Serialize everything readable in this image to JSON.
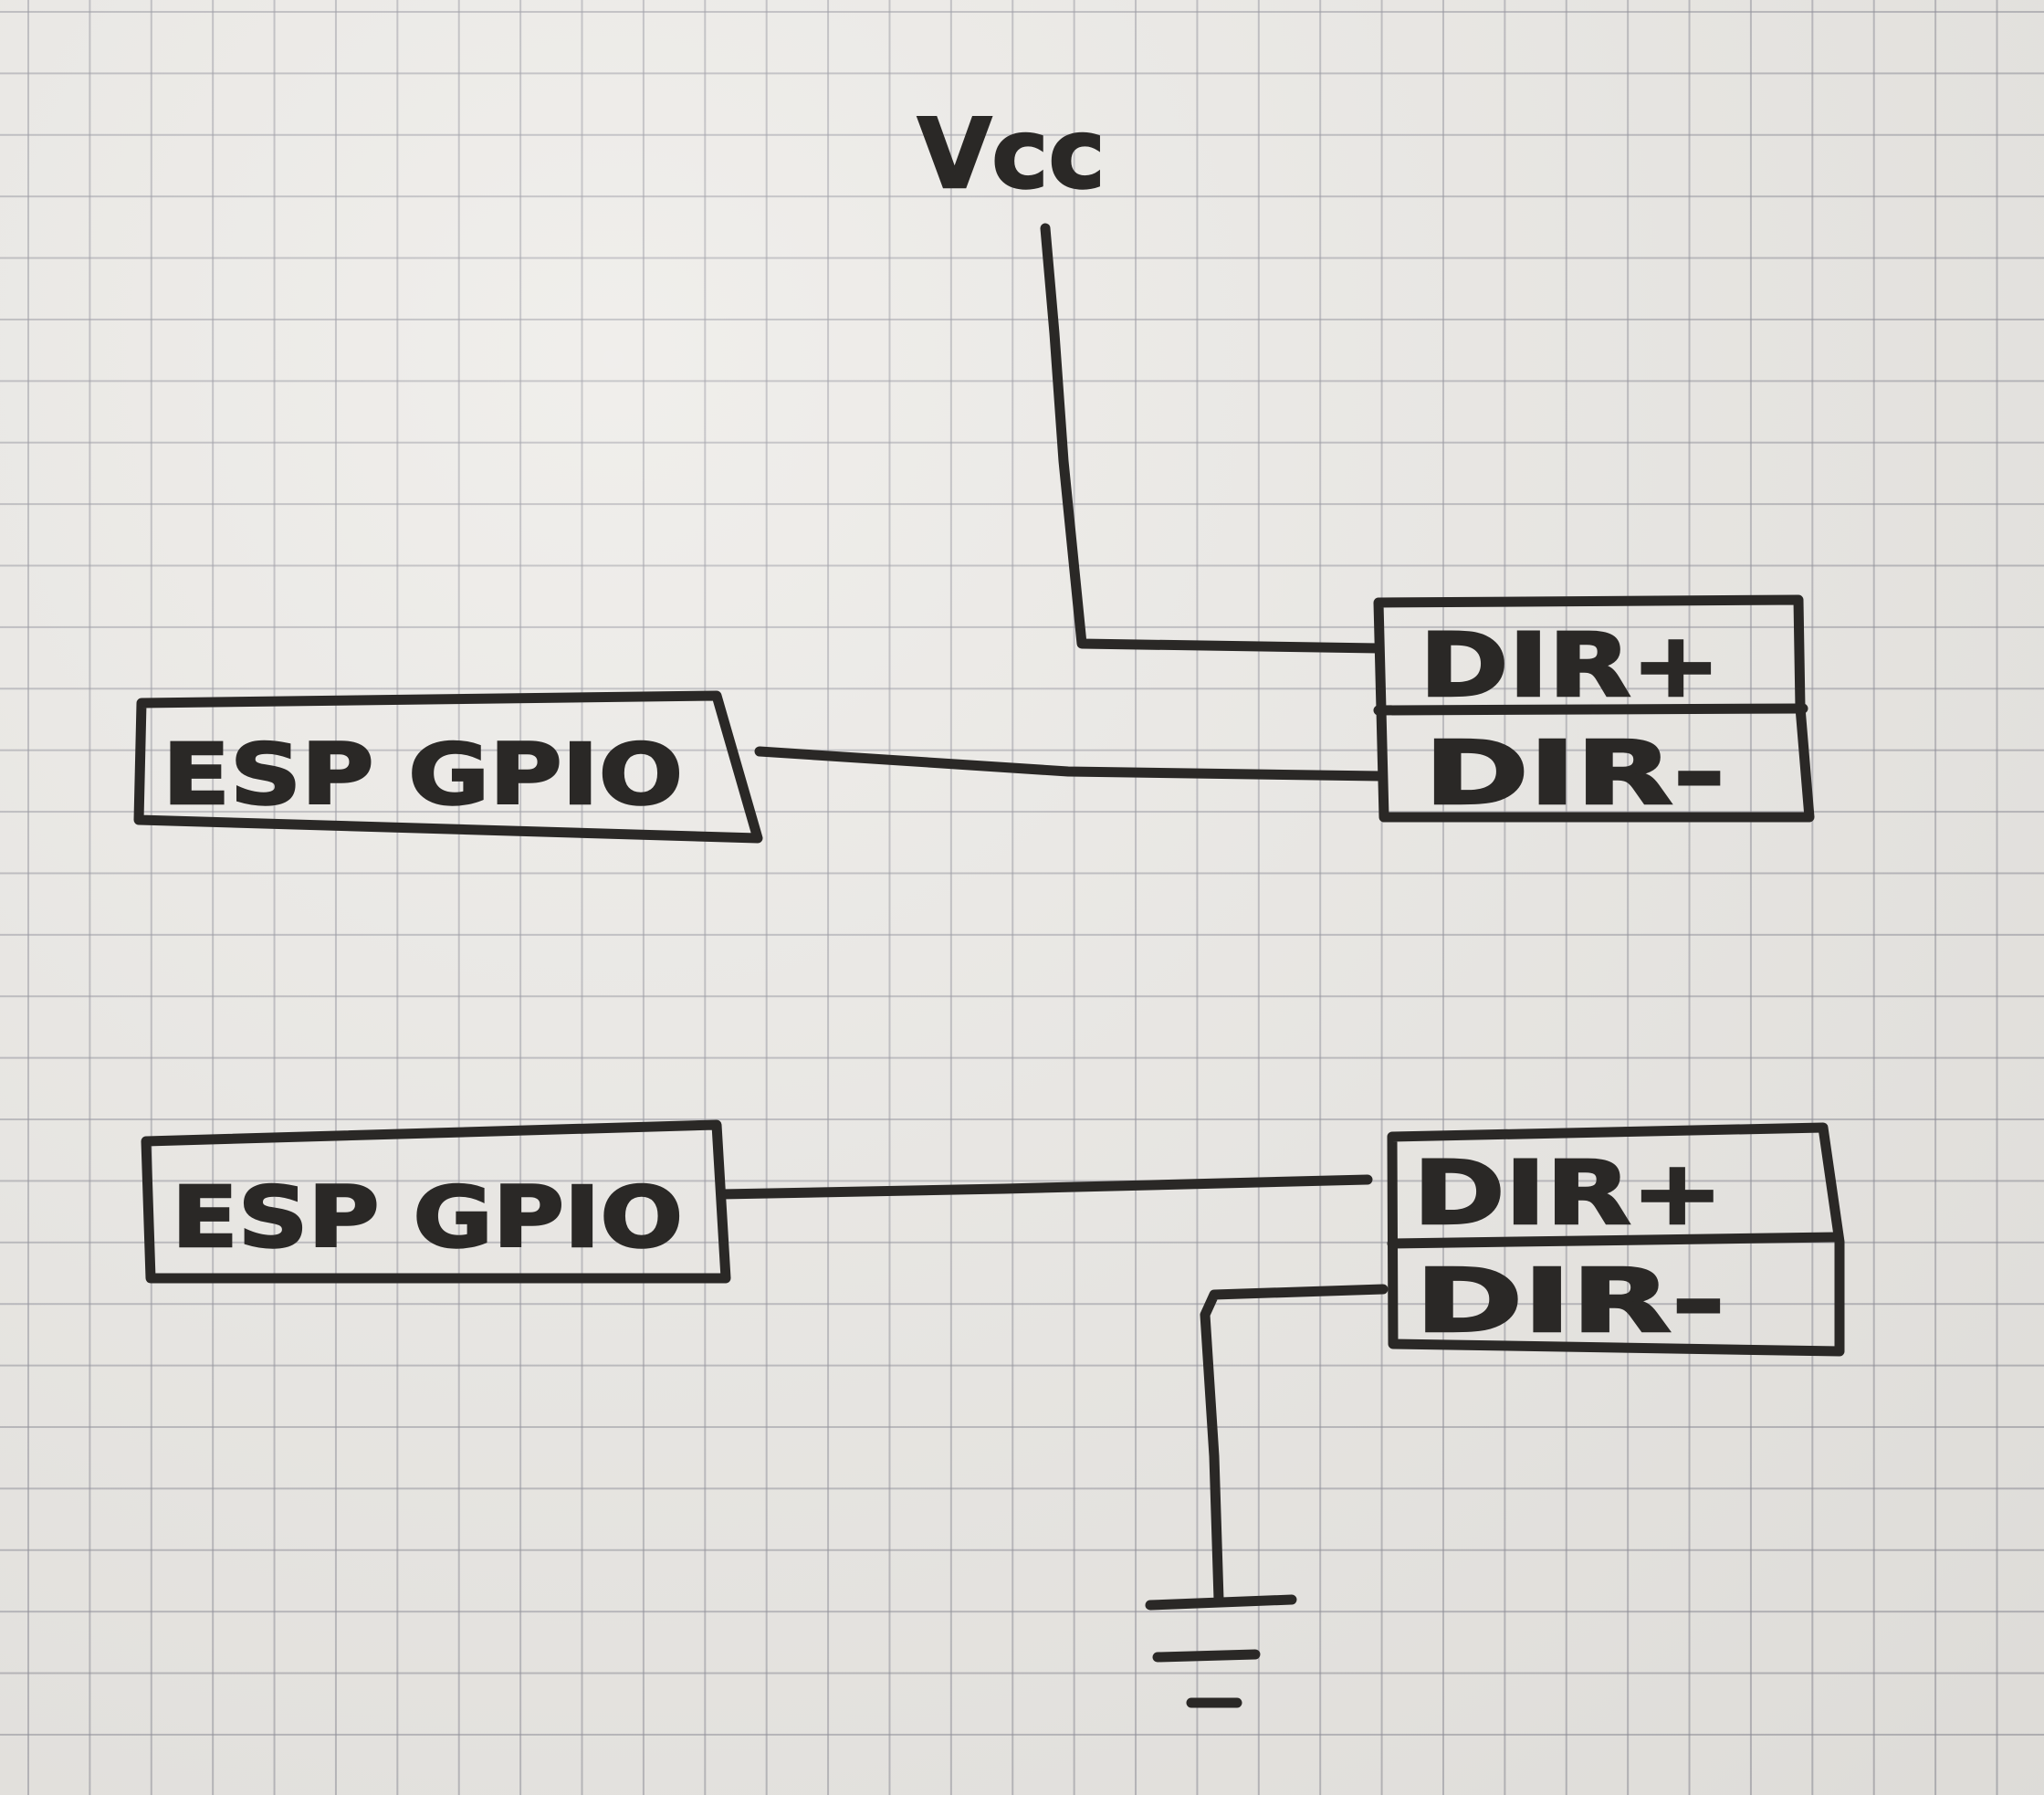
{
  "vcc_label": "Vcc",
  "top": {
    "gpio_label": "ESP GPIO",
    "dir_plus": "DIR+",
    "dir_minus": "DIR-"
  },
  "bottom": {
    "gpio_label": "ESP GPIO",
    "dir_plus": "DIR+",
    "dir_minus": "DIR-"
  },
  "colors": {
    "ink": "#2a2826",
    "paper": "#ebe9e5",
    "grid": "#8c8c96"
  }
}
